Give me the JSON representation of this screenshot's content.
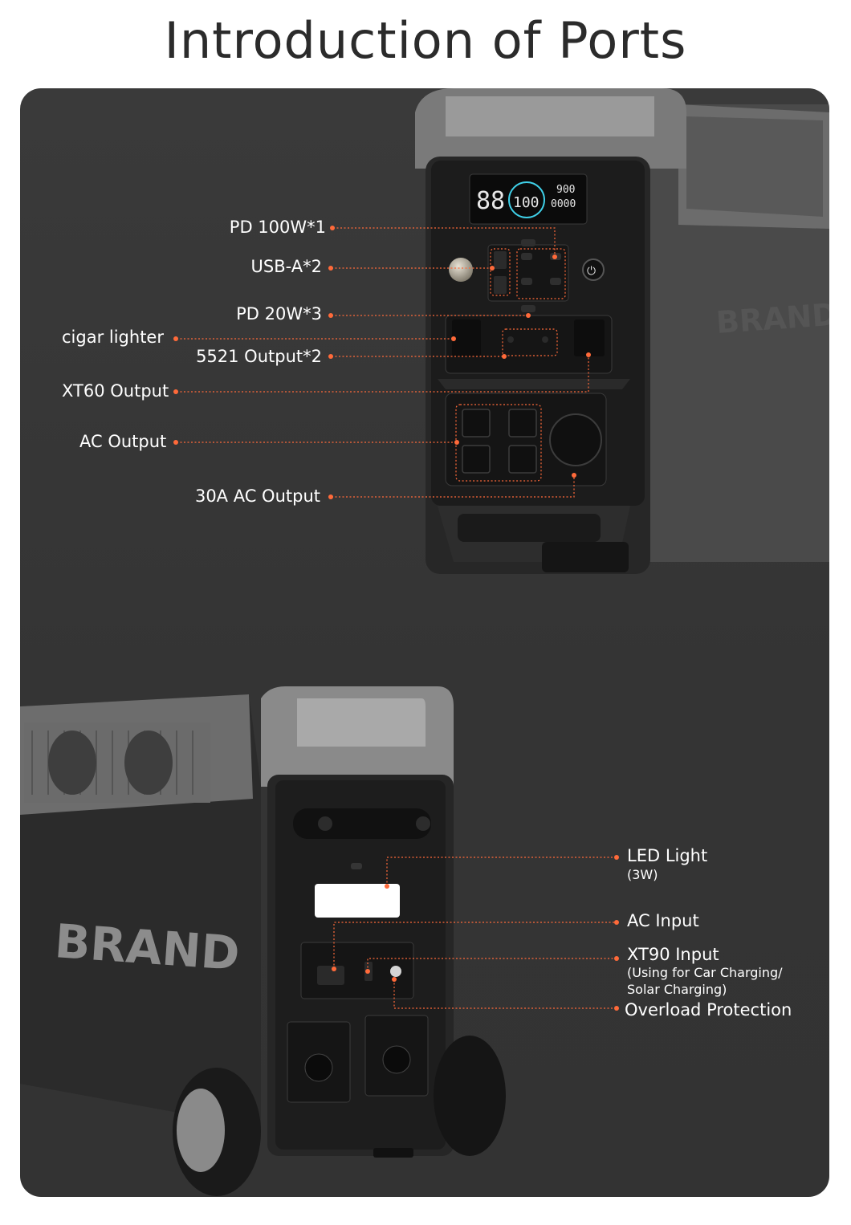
{
  "title": "Introduction of Ports",
  "brand": "BRAND",
  "colors": {
    "accent": "#ff6a3a",
    "panel": "#363636",
    "device": "#1f1f1f"
  },
  "front_labels": [
    {
      "id": "pd100",
      "text": "PD 100W*1"
    },
    {
      "id": "usba",
      "text": "USB-A*2"
    },
    {
      "id": "pd20",
      "text": "PD 20W*3"
    },
    {
      "id": "cigar",
      "text": "cigar lighter"
    },
    {
      "id": "dc5521",
      "text": "5521 Output*2"
    },
    {
      "id": "xt60",
      "text": "XT60 Output"
    },
    {
      "id": "ac",
      "text": "AC Output"
    },
    {
      "id": "ac30",
      "text": "30A AC Output"
    }
  ],
  "rear_labels": [
    {
      "id": "led",
      "text": "LED  Light",
      "sub": "(3W)"
    },
    {
      "id": "acin",
      "text": "AC Input",
      "sub": ""
    },
    {
      "id": "xt90",
      "text": "XT90 Input",
      "sub": "(Using for Car Charging/\nSolar Charging)"
    },
    {
      "id": "overload",
      "text": "Overload Protection",
      "sub": ""
    }
  ],
  "display": {
    "left_digits": "88",
    "center_digits": "100",
    "right_top": "900",
    "right_bottom": "0000"
  }
}
